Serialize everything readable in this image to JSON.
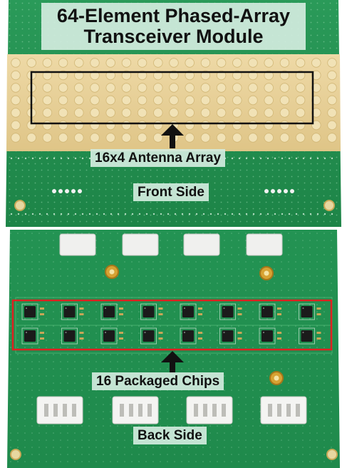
{
  "title": {
    "line1": "64-Element Phased-Array",
    "line2": "Transceiver Module"
  },
  "labels": {
    "antenna_array": "16x4 Antenna Array",
    "front_side": "Front Side",
    "packaged_chips": "16 Packaged Chips",
    "back_side": "Back Side"
  },
  "colors": {
    "pcb_green": "#1f8e4f",
    "antenna_substrate": "#e7cf97",
    "chip_highlight": "#e02020",
    "array_highlight": "#111111",
    "label_bg": "#d2ecde"
  },
  "counts": {
    "antenna_columns": 16,
    "antenna_rows": 4,
    "chips": 16
  }
}
